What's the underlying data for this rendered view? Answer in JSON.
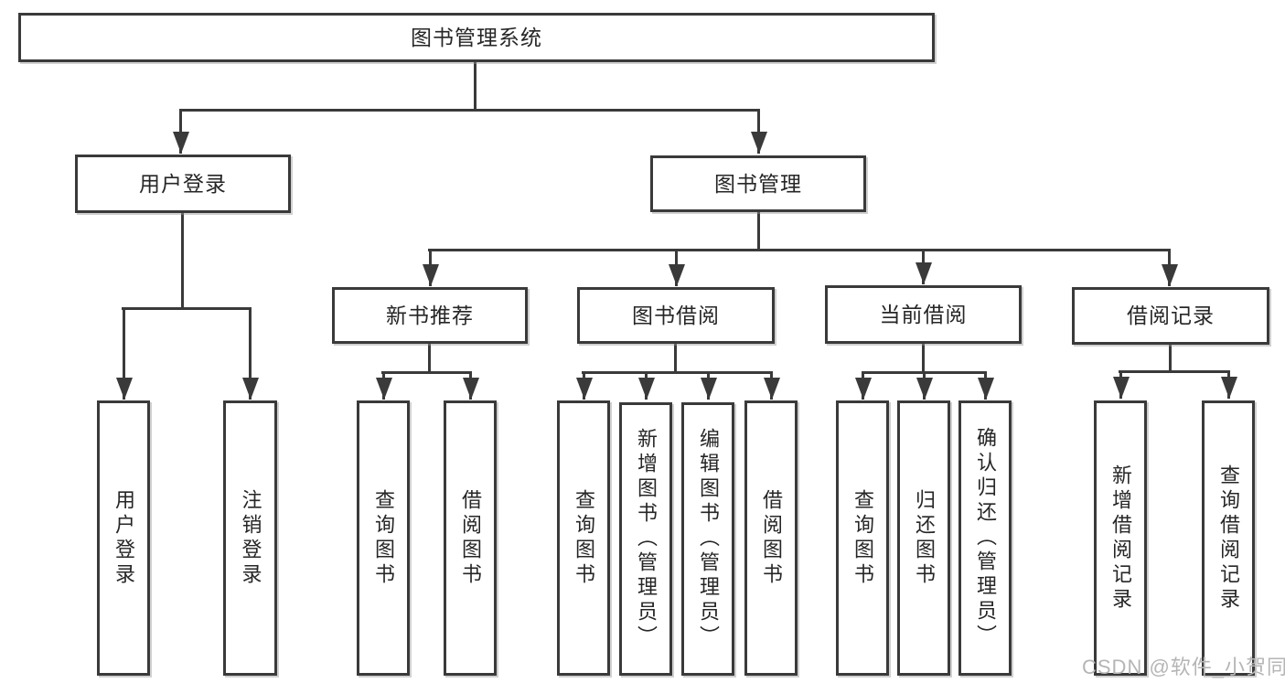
{
  "tree": {
    "label": "图书管理系统",
    "children": [
      {
        "label": "用户登录",
        "children": [
          {
            "label": "用户登录"
          },
          {
            "label": "注销登录"
          }
        ]
      },
      {
        "label": "图书管理",
        "children": [
          {
            "label": "新书推荐",
            "children": [
              {
                "label": "查询图书"
              },
              {
                "label": "借阅图书"
              }
            ]
          },
          {
            "label": "图书借阅",
            "children": [
              {
                "label": "查询图书"
              },
              {
                "label": "新增图书（管理员）"
              },
              {
                "label": "编辑图书（管理员）"
              },
              {
                "label": "借阅图书"
              }
            ]
          },
          {
            "label": "当前借阅",
            "children": [
              {
                "label": "查询图书"
              },
              {
                "label": "归还图书"
              },
              {
                "label": "确认归还（管理员）"
              }
            ]
          },
          {
            "label": "借阅记录",
            "children": [
              {
                "label": "新增借阅记录"
              },
              {
                "label": "查询借阅记录"
              }
            ]
          }
        ]
      }
    ]
  },
  "watermark": "CSDN @软件_小贺同学",
  "colors": {
    "line": "#3a3a3a",
    "text": "#262626",
    "watermark": "#b5b5b5",
    "bg": "#ffffff"
  }
}
